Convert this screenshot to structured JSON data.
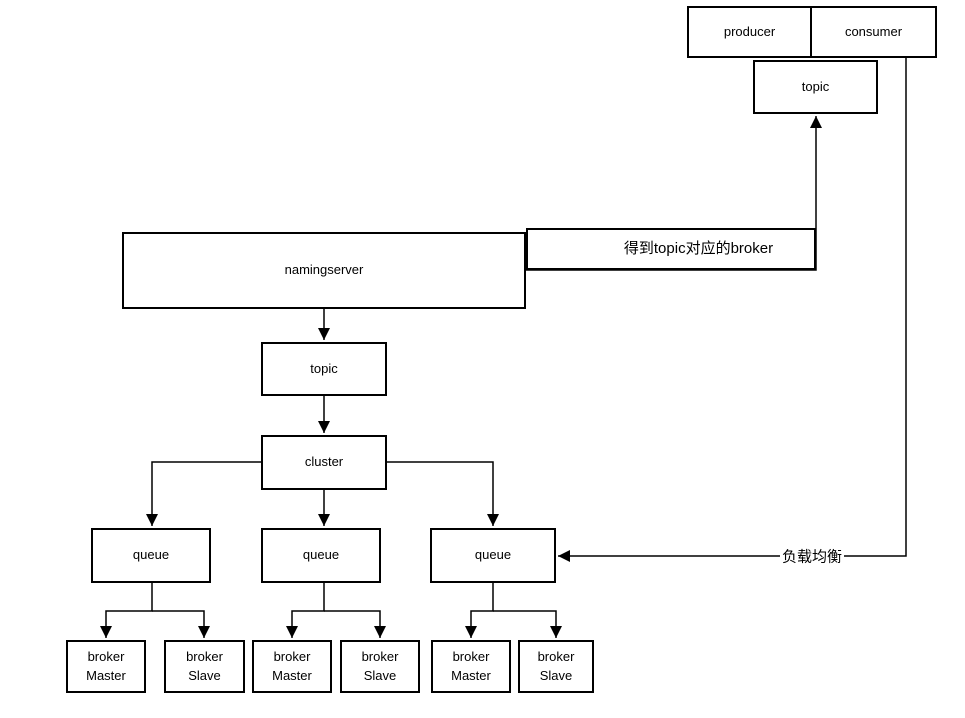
{
  "colors": {
    "stroke": "#000000",
    "node_fill": "#ffffff",
    "text": "#000000",
    "background": "#ffffff"
  },
  "nodes": {
    "producer": {
      "label": "producer"
    },
    "consumer": {
      "label": "consumer"
    },
    "topic_upper": {
      "label": "topic"
    },
    "namingserver": {
      "label": "namingserver"
    },
    "get_broker_note": {
      "label": "得到topic对应的broker"
    },
    "topic_lower": {
      "label": "topic"
    },
    "cluster": {
      "label": "cluster"
    },
    "queue_1": {
      "label": "queue"
    },
    "queue_2": {
      "label": "queue"
    },
    "queue_3": {
      "label": "queue"
    },
    "broker_master_1": {
      "line1": "broker",
      "line2": "Master"
    },
    "broker_slave_1": {
      "line1": "broker",
      "line2": "Slave"
    },
    "broker_master_2": {
      "line1": "broker",
      "line2": "Master"
    },
    "broker_slave_2": {
      "line1": "broker",
      "line2": "Slave"
    },
    "broker_master_3": {
      "line1": "broker",
      "line2": "Master"
    },
    "broker_slave_3": {
      "line1": "broker",
      "line2": "Slave"
    }
  },
  "edge_labels": {
    "load_balance": "负载均衡"
  }
}
